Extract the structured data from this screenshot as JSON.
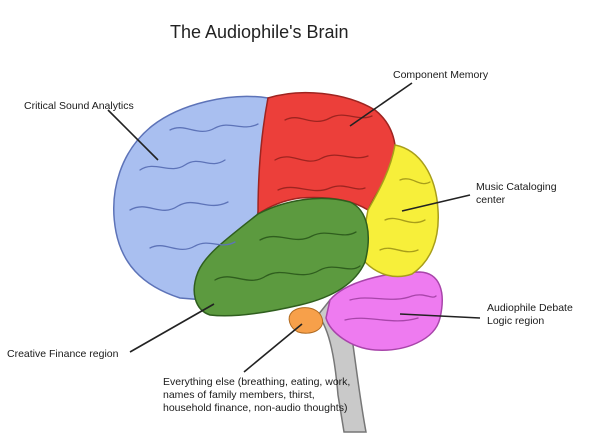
{
  "title": "The Audiophile's Brain",
  "labels": {
    "critical_sound_analytics": "Critical Sound Analytics",
    "component_memory": "Component Memory",
    "music_cataloging": "Music Cataloging center",
    "audiophile_debate": "Audiophile Debate Logic region",
    "creative_finance": "Creative Finance region",
    "everything_else": "Everything else (breathing, eating, work, names of family members, thirst, household finance, non-audio thoughts)"
  },
  "colors": {
    "frontal_blue": "#a9bff0",
    "parietal_red": "#ec3f3a",
    "occipital_yellow": "#f7ef3a",
    "temporal_green": "#5c9a3f",
    "cerebellum_magenta": "#ee7bf0",
    "brainstem_gray": "#c9c9c9",
    "pituitary_orange": "#f7a04a"
  }
}
